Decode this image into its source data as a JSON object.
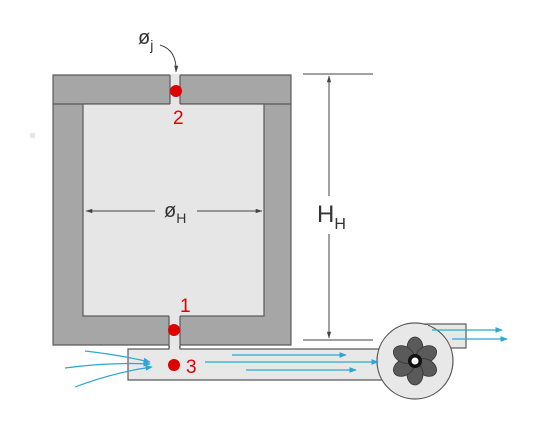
{
  "labels": {
    "jet_diameter": "ø",
    "jet_diameter_sub": "j",
    "tank_diameter": "ø",
    "tank_diameter_sub": "H",
    "tank_height": "H",
    "tank_height_sub": "H"
  },
  "points": [
    {
      "id": "p1",
      "label": "1"
    },
    {
      "id": "p2",
      "label": "2"
    },
    {
      "id": "p3",
      "label": "3"
    }
  ],
  "colors": {
    "wall": "#a6a6a6",
    "wall_stroke": "#5a5a5a",
    "interior": "#e6e6e6",
    "duct": "#e8e8e8",
    "point": "#e00000",
    "label_point": "#e00000",
    "flow": "#2aa7d6",
    "dimension": "#444444",
    "fan_blade": "#5a5a5a"
  }
}
